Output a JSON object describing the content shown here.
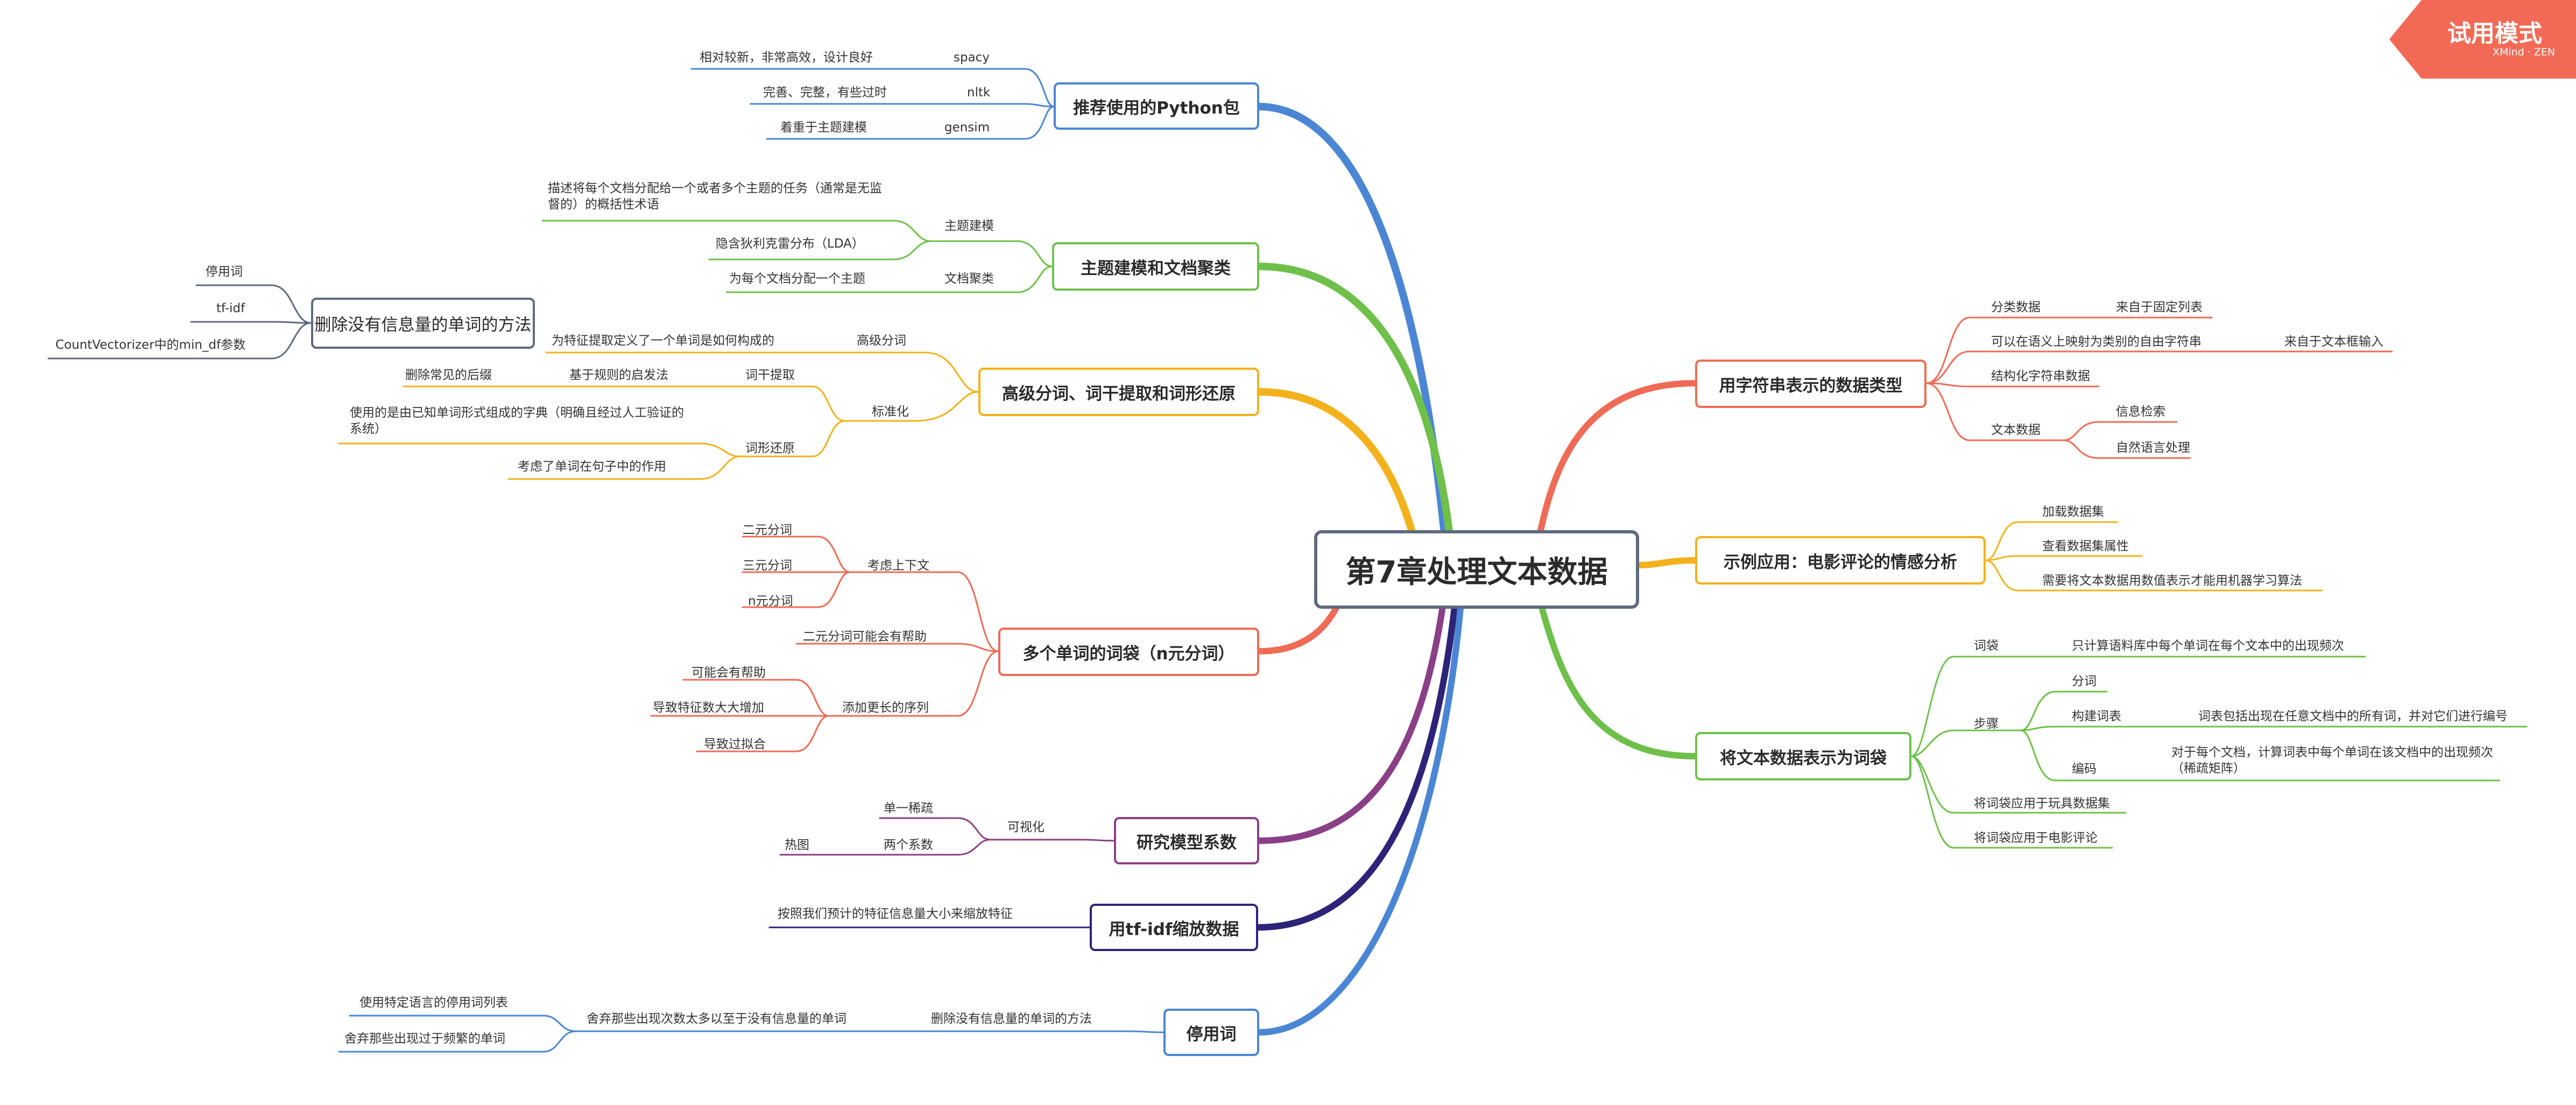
{
  "central_topic": "第7章处理文本数据",
  "trial_badge": {
    "title": "试用模式",
    "subtitle": "XMind · ZEN"
  },
  "colors": {
    "python": "#4a86d4",
    "topic": "#6fc04a",
    "advanced": "#f3b21b",
    "bag": "#ef6b55",
    "coef": "#8a3f86",
    "tfidf": "#2d2378",
    "stop": "#4a86d4",
    "string": "#ef6b55",
    "sentiment": "#f3b21b",
    "bow": "#6fc04a",
    "orphan": "#5f6a7d",
    "badge": "#f26a56"
  },
  "branches": {
    "python_pkgs": {
      "title": "推荐使用的Python包",
      "items": [
        {
          "desc": "相对较新，非常高效，设计良好",
          "name": "spacy"
        },
        {
          "desc": "完善、完整，有些过时",
          "name": "nltk"
        },
        {
          "desc": "着重于主题建模",
          "name": "gensim"
        }
      ]
    },
    "topic_modeling": {
      "title": "主题建模和文档聚类",
      "sub1": {
        "label": "主题建模",
        "desc": "描述将每个文档分配给一个或者多个主题的任务（通常是无监督的）的概括性术语",
        "child": "隐含狄利克雷分布（LDA）"
      },
      "sub2": {
        "label": "文档聚类",
        "desc": "为每个文档分配一个主题"
      }
    },
    "remove_uninformative": {
      "title": "删除没有信息量的单词的方法",
      "items": [
        "停用词",
        "tf-idf",
        "CountVectorizer中的min_df参数"
      ]
    },
    "advanced_tokenization": {
      "title": "高级分词、词干提取和词形还原",
      "advanced_tok": {
        "label": "高级分词",
        "desc": "为特征提取定义了一个单词是如何构成的"
      },
      "normalization": {
        "label": "标准化",
        "stemming": {
          "label": "词干提取",
          "method": "基于规则的启发法",
          "desc": "删除常见的后缀"
        },
        "lemmatization": {
          "label": "词形还原",
          "desc1": "使用的是由已知单词形式组成的字典（明确且经过人工验证的系统）",
          "desc2": "考虑了单词在句子中的作用"
        }
      }
    },
    "bag_ngrams": {
      "title": "多个单词的词袋（n元分词）",
      "context": {
        "label": "考虑上下文",
        "items": [
          "二元分词",
          "三元分词",
          "n元分词"
        ]
      },
      "bigram_help": "二元分词可能会有帮助",
      "longer": {
        "label": "添加更长的序列",
        "items": [
          "可能会有帮助",
          "导致特征数大大增加",
          "导致过拟合"
        ]
      }
    },
    "model_coef": {
      "title": "研究模型系数",
      "visualize": "可视化",
      "items": [
        "单一稀疏",
        "两个系数"
      ],
      "heatmap": "热图"
    },
    "tfidf": {
      "title": "用tf-idf缩放数据",
      "desc": "按照我们预计的特征信息量大小来缩放特征"
    },
    "stopwords": {
      "title": "停用词",
      "method": "删除没有信息量的单词的方法",
      "discard": "舍弃那些出现次数太多以至于没有信息量的单词",
      "items": [
        "使用特定语言的停用词列表",
        "舍弃那些出现过于频繁的单词"
      ]
    },
    "string_types": {
      "title": "用字符串表示的数据类型",
      "categorical": {
        "label": "分类数据",
        "desc": "来自于固定列表"
      },
      "free_string": {
        "label": "可以在语义上映射为类别的自由字符串",
        "desc": "来自于文本框输入"
      },
      "structured": "结构化字符串数据",
      "text": {
        "label": "文本数据",
        "items": [
          "信息检索",
          "自然语言处理"
        ]
      }
    },
    "sentiment": {
      "title": "示例应用：电影评论的情感分析",
      "items": [
        "加载数据集",
        "查看数据集属性",
        "需要将文本数据用数值表示才能用机器学习算法"
      ]
    },
    "bag_of_words": {
      "title": "将文本数据表示为词袋",
      "bow": {
        "label": "词袋",
        "desc": "只计算语料库中每个单词在每个文本中的出现频次"
      },
      "steps": {
        "label": "步骤",
        "tokenize": "分词",
        "vocab": {
          "label": "构建词表",
          "desc": "词表包括出现在任意文档中的所有词，并对它们进行编号"
        },
        "encode": {
          "label": "编码",
          "desc": "对于每个文档，计算词表中每个单词在该文档中的出现频次（稀疏矩阵）"
        }
      },
      "toy": "将词袋应用于玩具数据集",
      "movie": "将词袋应用于电影评论"
    }
  }
}
